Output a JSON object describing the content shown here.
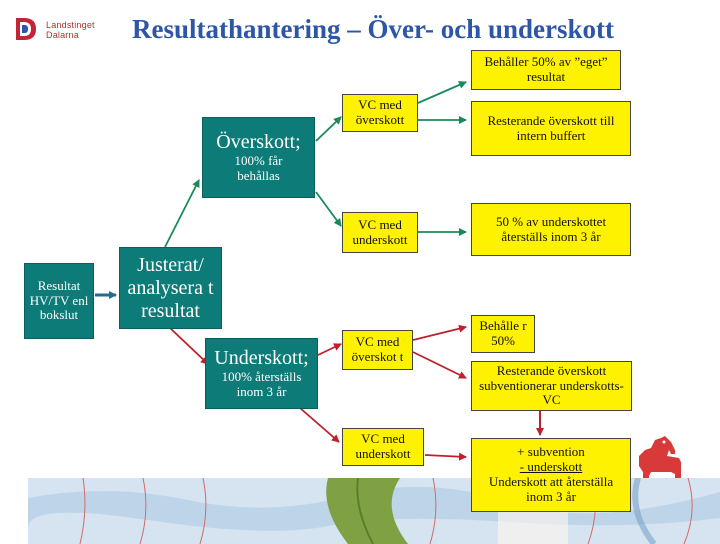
{
  "logo": {
    "icon": "dalarna-logo-icon",
    "text_line1": "Landstinget",
    "text_line2": "Dalarna"
  },
  "title": "Resultathantering – Över- och underskott",
  "nodes": {
    "resultat": "Resultat HV/TV enl bokslut",
    "justerat": "Justerat/ analysera t resultat",
    "overskott_title": "Överskott;",
    "overskott_sub": "100% får behållas",
    "underskott_title": "Underskott;",
    "underskott_sub": "100% återställs inom 3 år",
    "vc_overskott_1": "VC med överskott",
    "vc_underskott_1": "VC med underskott",
    "vc_overskott_2": "VC med överskot t",
    "vc_underskott_2": "VC med underskott",
    "behaller_50_eget": "Behåller 50% av ”eget” resultat",
    "resterande_buffert": "Resterande överskott till intern buffert",
    "femtio_underskott": "50 % av underskottet återställs inom 3 år",
    "behaller_50": "Behålle r 50%",
    "resterande_subv": "Resterande överskott subventionerar underskotts-VC",
    "subvention_line1": "+ subvention",
    "subvention_line2": "- underskott",
    "subvention_line3": "Underskott att återställa inom 3 år"
  },
  "colors": {
    "title": "#2d56a6",
    "teal_box": "#0d7c78",
    "yellow_box": "#fff200",
    "arrow_green": "#1a8a5a",
    "arrow_red": "#c0202c",
    "horse_red": "#d83a3a"
  },
  "decor": {
    "horse": "dala-horse-icon",
    "footer": "textile-pattern-band"
  }
}
